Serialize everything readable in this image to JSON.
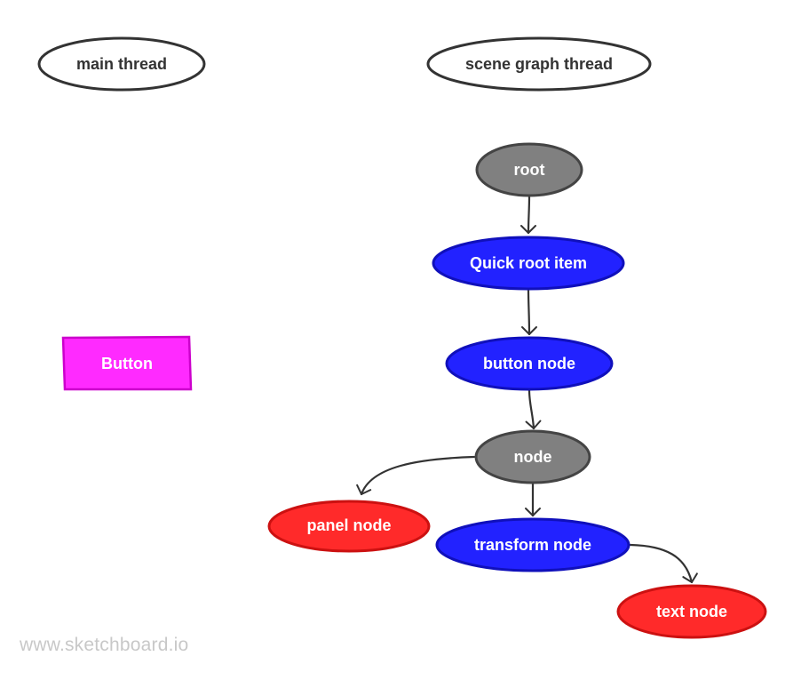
{
  "diagram": {
    "headers": {
      "main_thread": "main thread",
      "scene_graph_thread": "scene graph thread"
    },
    "main_thread_items": {
      "button": "Button"
    },
    "nodes": {
      "root": "root",
      "quick_root_item": "Quick root item",
      "button_node": "button node",
      "node": "node",
      "panel_node": "panel node",
      "transform_node": "transform node",
      "text_node": "text node"
    },
    "edges": [
      [
        "root",
        "quick_root_item"
      ],
      [
        "quick_root_item",
        "button_node"
      ],
      [
        "button_node",
        "node"
      ],
      [
        "node",
        "panel_node"
      ],
      [
        "node",
        "transform_node"
      ],
      [
        "transform_node",
        "text_node"
      ]
    ],
    "colors": {
      "gray": "#808080",
      "blue": "#2222ff",
      "red": "#ff2a2a",
      "magenta": "#ff2aff",
      "outline": "#333333",
      "header_fill": "#ffffff"
    }
  },
  "watermark": "www.sketchboard.io"
}
